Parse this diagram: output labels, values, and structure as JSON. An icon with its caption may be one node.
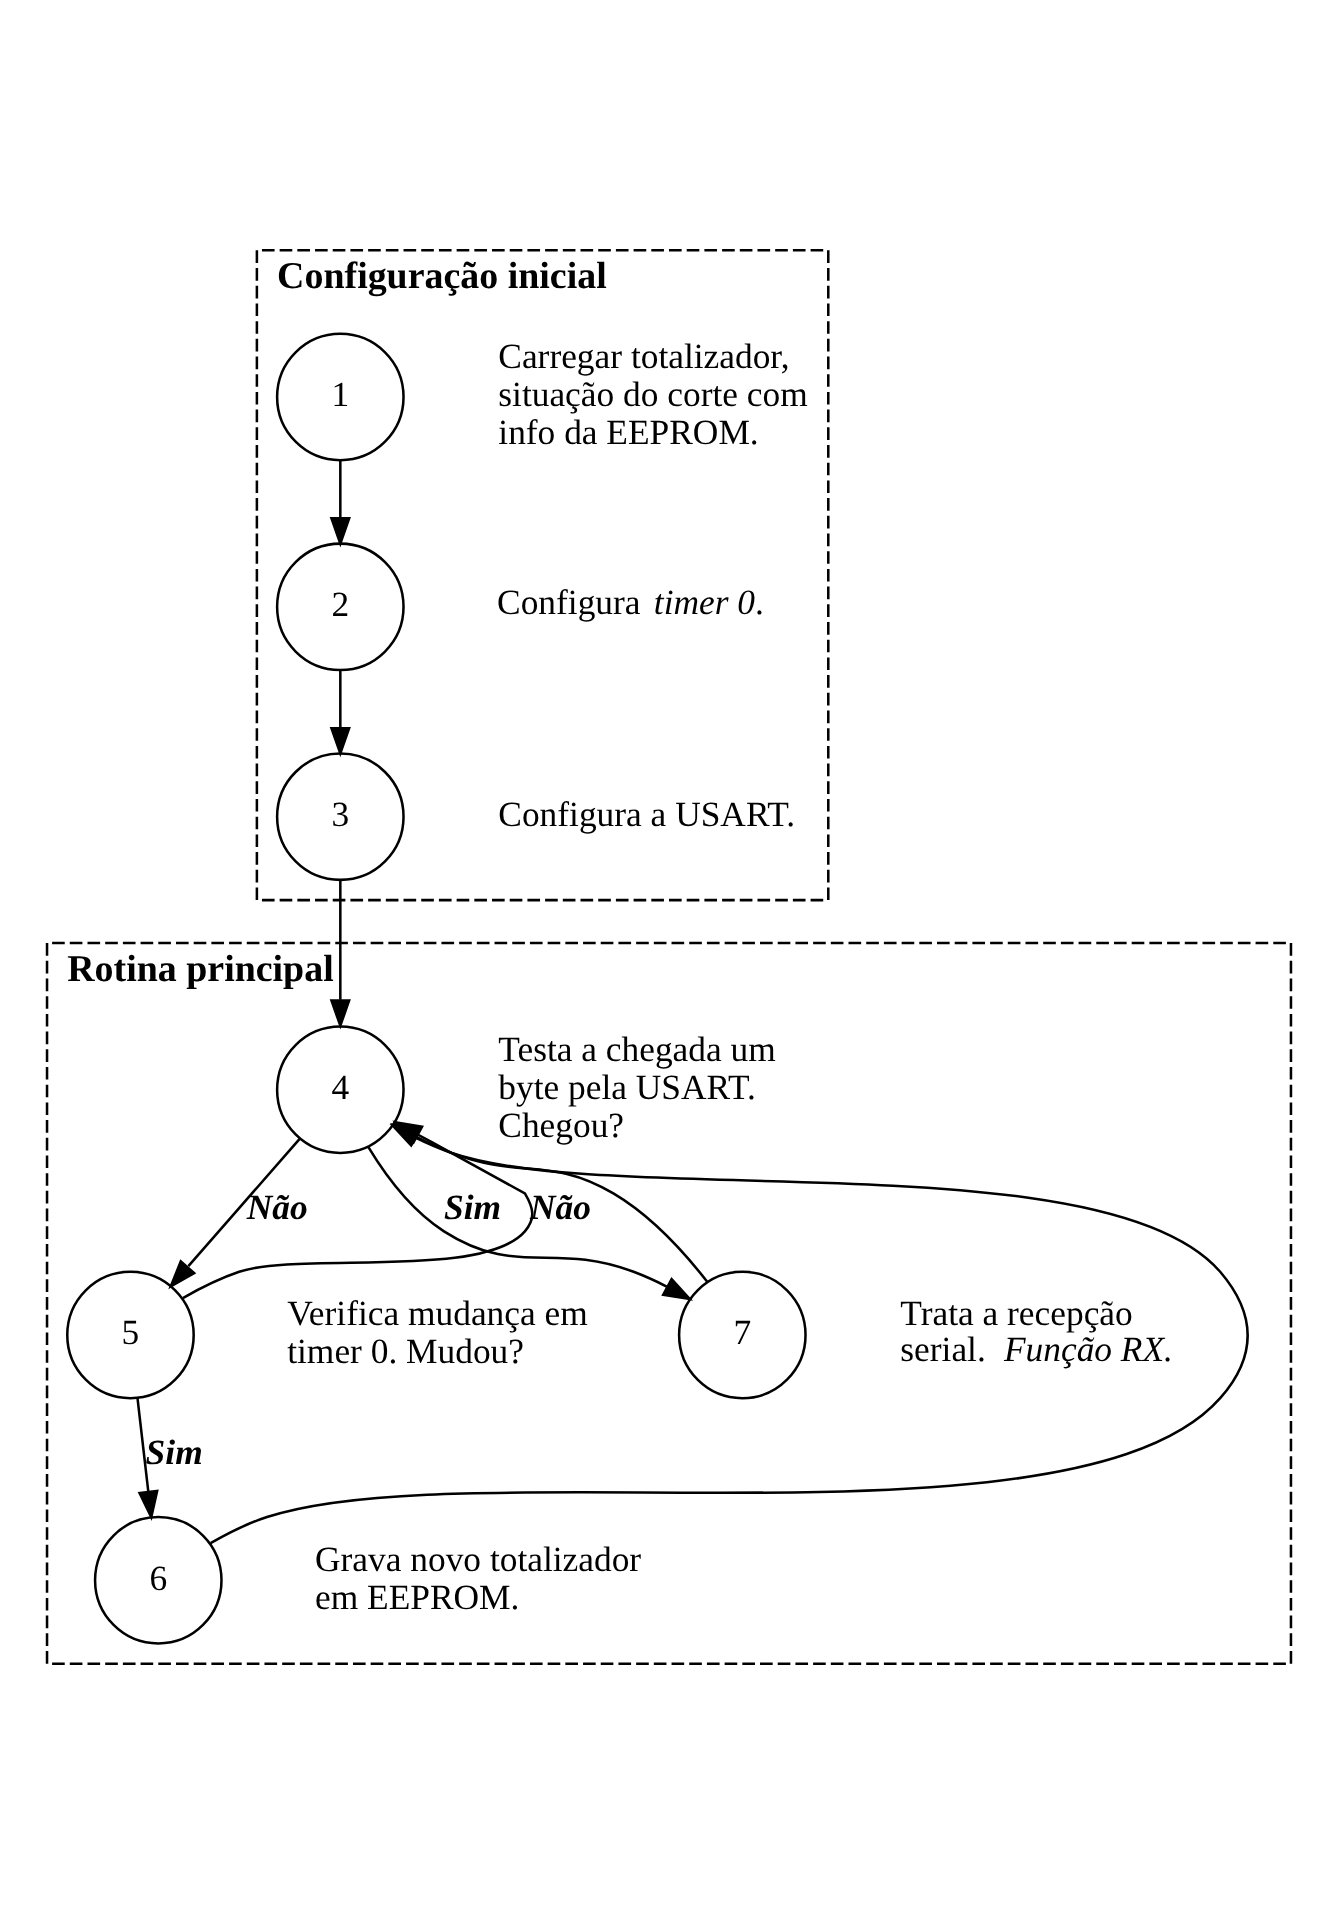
{
  "diagram": {
    "nodes": [
      {
        "text": [
          "Configuração inicial"
        ]
      },
      {
        "text": [
          "1"
        ],
        "in": 0,
        "beside": [
          "Carregar totalizador, situação do corte com info da EEPROM."
        ]
      },
      {
        "text": [
          "2"
        ],
        "in": 0,
        "beside": [
          "Configura *timer 0*."
        ]
      },
      {
        "text": [
          "3"
        ],
        "in": 0,
        "beside": [
          "Configura a USART."
        ]
      },
      {
        "text": [
          "Rotina principal"
        ]
      },
      {
        "text": [
          "4"
        ],
        "in": 4,
        "beside": [
          "Testa a chegada um byte pela USART. Chegou?"
        ]
      },
      {
        "text": [
          "5"
        ],
        "in": 4,
        "beside": [
          "Verifica mudança em timer 0. Mudou?"
        ]
      },
      {
        "text": [
          "6"
        ],
        "in": 4,
        "beside": [
          "Grava novo totalizador em EEPROM."
        ]
      },
      {
        "text": [
          "7"
        ],
        "in": 4,
        "beside": [
          "Trata a recepção serial. *Função RX.*"
        ]
      }
    ],
    "edges": [
      {
        "from": 1,
        "to": 2,
        "arrow": "to"
      },
      {
        "from": 2,
        "to": 3,
        "arrow": "to"
      },
      {
        "from": 3,
        "to": 5,
        "arrow": "to"
      },
      {
        "from": 5,
        "to": 6,
        "arrow": "to",
        "label": "Não"
      },
      {
        "from": 5,
        "to": 8,
        "arrow": "to",
        "label": "Sim"
      },
      {
        "from": 8,
        "to": 5,
        "arrow": "to"
      },
      {
        "from": 6,
        "to": 7,
        "arrow": "to",
        "label": "Sim"
      },
      {
        "from": 6,
        "to": 5,
        "arrow": "to",
        "label": "Não"
      },
      {
        "from": 7,
        "to": 5,
        "arrow": "to"
      }
    ]
  }
}
